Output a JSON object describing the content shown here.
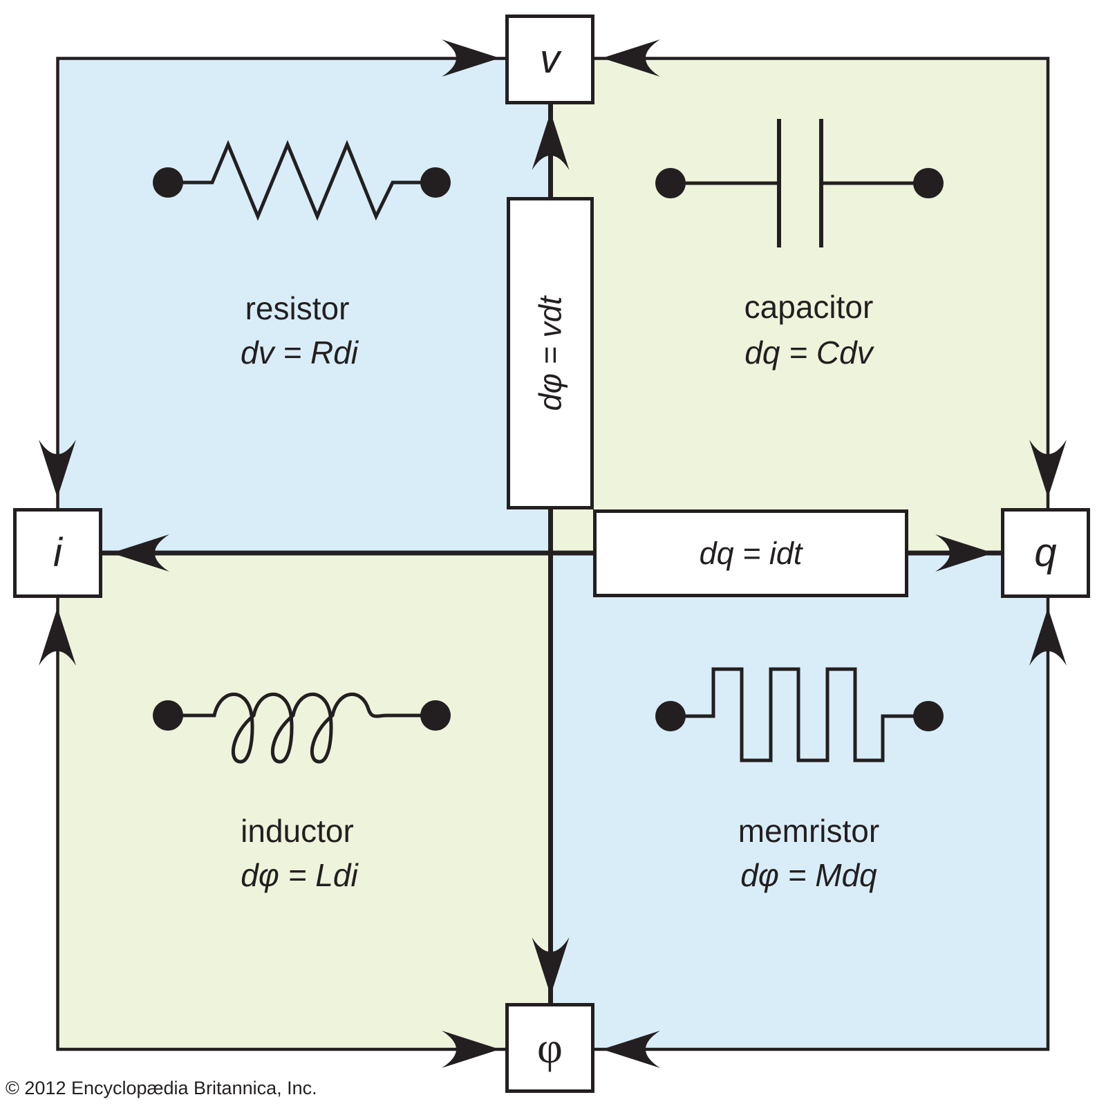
{
  "figure": {
    "description": "Four fundamental two-terminal circuit elements relating voltage, current, charge and magnetic flux",
    "colors": {
      "quadrant_blue": "#d9edf8",
      "quadrant_green": "#eef3dc",
      "line": "#231f20",
      "box_fill": "#ffffff"
    },
    "nodes": {
      "v": "v",
      "i": "i",
      "q": "q",
      "phi": "φ"
    },
    "relations": {
      "flux_voltage": "dφ = vdt",
      "charge_current": "dq = idt"
    },
    "quadrants": [
      {
        "name": "resistor",
        "equation": "dv = Rdi",
        "position": "top-left"
      },
      {
        "name": "capacitor",
        "equation": "dq = Cdv",
        "position": "top-right"
      },
      {
        "name": "inductor",
        "equation": "dφ = Ldi",
        "position": "bottom-left"
      },
      {
        "name": "memristor",
        "equation": "dφ = Mdq",
        "position": "bottom-right"
      }
    ],
    "copyright": "© 2012 Encyclopædia Britannica, Inc."
  }
}
